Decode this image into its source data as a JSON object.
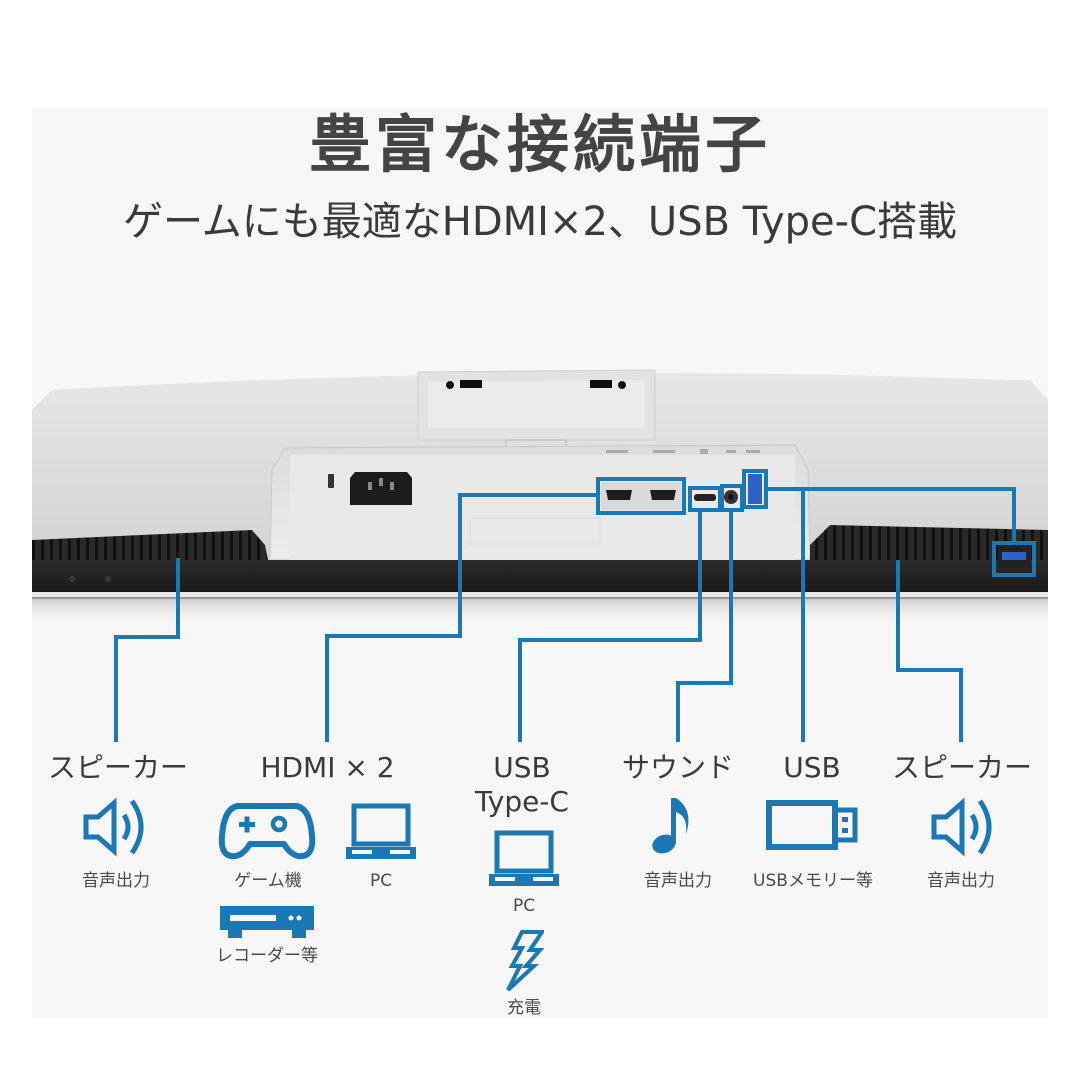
{
  "header": {
    "title": "豊富な接続端子",
    "subtitle": "ゲームにも最適なHDMI×2、USB Type-C搭載"
  },
  "colors": {
    "accent_blue": "#1a78b4",
    "text": "#3a3a3a",
    "panel_bg": "#f7f7f7"
  },
  "ports": [
    {
      "id": "speaker-left",
      "label": "スピーカー",
      "items": [
        {
          "icon": "speaker-icon",
          "caption": "音声出力"
        }
      ]
    },
    {
      "id": "hdmi",
      "label": "HDMI × 2",
      "items": [
        {
          "icon": "gamepad-icon",
          "caption": "ゲーム機"
        },
        {
          "icon": "laptop-icon",
          "caption": "PC"
        },
        {
          "icon": "recorder-icon",
          "caption": "レコーダー等"
        }
      ]
    },
    {
      "id": "usb-c",
      "label_line1": "USB",
      "label_line2": "Type-C",
      "items": [
        {
          "icon": "laptop-icon",
          "caption": "PC"
        },
        {
          "icon": "lightning-icon",
          "caption": "充電"
        }
      ]
    },
    {
      "id": "sound",
      "label": "サウンド",
      "items": [
        {
          "icon": "music-note-icon",
          "caption": "音声出力"
        }
      ]
    },
    {
      "id": "usb",
      "label": "USB",
      "items": [
        {
          "icon": "usb-stick-icon",
          "caption": "USBメモリー等"
        }
      ]
    },
    {
      "id": "speaker-right",
      "label": "スピーカー",
      "items": [
        {
          "icon": "speaker-icon",
          "caption": "音声出力"
        }
      ]
    }
  ]
}
